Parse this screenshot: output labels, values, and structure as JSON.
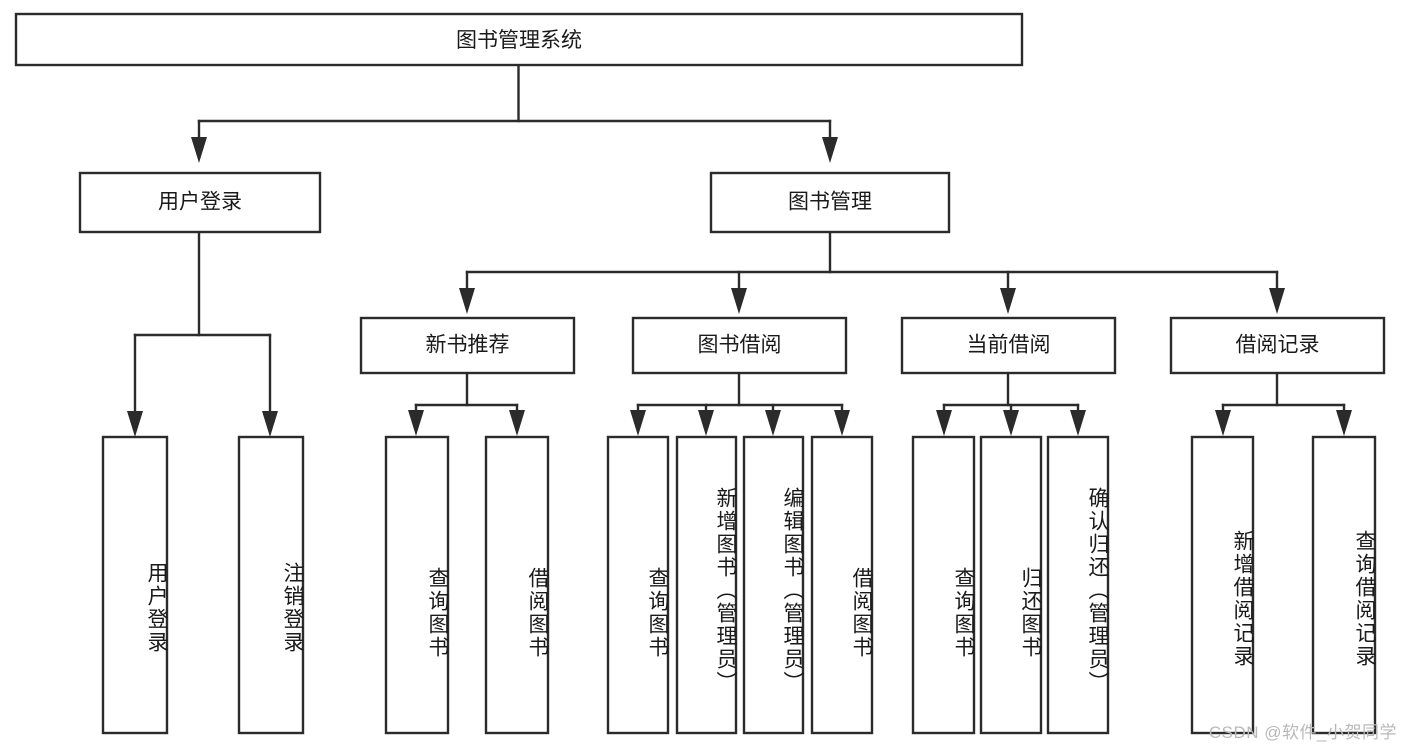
{
  "diagram": {
    "title": "图书管理系统",
    "type": "tree-hierarchy",
    "watermark": "CSDN @软件_小贺同学",
    "colors": {
      "stroke": "#2b2b2b",
      "fill": "#ffffff",
      "text": "#1a1a1a",
      "watermark": "#b9b9b9"
    },
    "root": {
      "label": "图书管理系统",
      "orientation": "horizontal"
    },
    "level2": [
      {
        "label": "用户登录",
        "orientation": "horizontal"
      },
      {
        "label": "图书管理",
        "orientation": "horizontal"
      }
    ],
    "level3": [
      {
        "label": "新书推荐",
        "orientation": "horizontal",
        "parent": "图书管理"
      },
      {
        "label": "图书借阅",
        "orientation": "horizontal",
        "parent": "图书管理"
      },
      {
        "label": "当前借阅",
        "orientation": "horizontal",
        "parent": "图书管理"
      },
      {
        "label": "借阅记录",
        "orientation": "horizontal",
        "parent": "图书管理"
      }
    ],
    "leaves": [
      {
        "label": "用户登录",
        "parent": "用户登录",
        "orientation": "vertical"
      },
      {
        "label": "注销登录",
        "parent": "用户登录",
        "orientation": "vertical"
      },
      {
        "label": "查询图书",
        "parent": "新书推荐",
        "orientation": "vertical"
      },
      {
        "label": "借阅图书",
        "parent": "新书推荐",
        "orientation": "vertical"
      },
      {
        "label": "查询图书",
        "parent": "图书借阅",
        "orientation": "vertical"
      },
      {
        "label": "新增图书（管理员）",
        "parent": "图书借阅",
        "orientation": "vertical"
      },
      {
        "label": "编辑图书（管理员）",
        "parent": "图书借阅",
        "orientation": "vertical"
      },
      {
        "label": "借阅图书",
        "parent": "图书借阅",
        "orientation": "vertical"
      },
      {
        "label": "查询图书",
        "parent": "当前借阅",
        "orientation": "vertical"
      },
      {
        "label": "归还图书",
        "parent": "当前借阅",
        "orientation": "vertical"
      },
      {
        "label": "确认归还（管理员）",
        "parent": "当前借阅",
        "orientation": "vertical"
      },
      {
        "label": "新增借阅记录",
        "parent": "借阅记录",
        "orientation": "vertical"
      },
      {
        "label": "查询借阅记录",
        "parent": "借阅记录",
        "orientation": "vertical"
      }
    ]
  }
}
